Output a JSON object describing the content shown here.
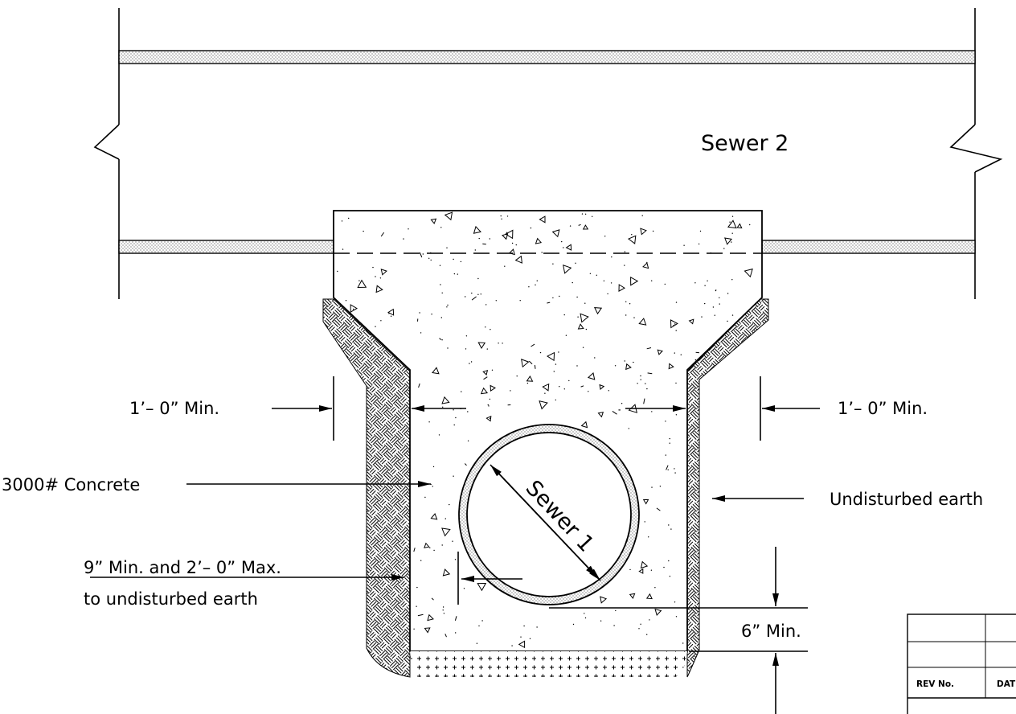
{
  "labels": {
    "sewer2": "Sewer 2",
    "sewer1": "Sewer 1",
    "min_left": "1’– 0” Min.",
    "min_right": "1’– 0” Min.",
    "concrete": "3000# Concrete",
    "undisturbed": "Undisturbed earth",
    "clearance_line1": "9” Min. and 2’– 0” Max.",
    "clearance_line2": "to undisturbed earth",
    "min_6": "6” Min."
  },
  "revision_table": {
    "header_rev": "REV No.",
    "header_date": "DATE"
  },
  "colors": {
    "ink": "#000000",
    "background": "#ffffff"
  }
}
